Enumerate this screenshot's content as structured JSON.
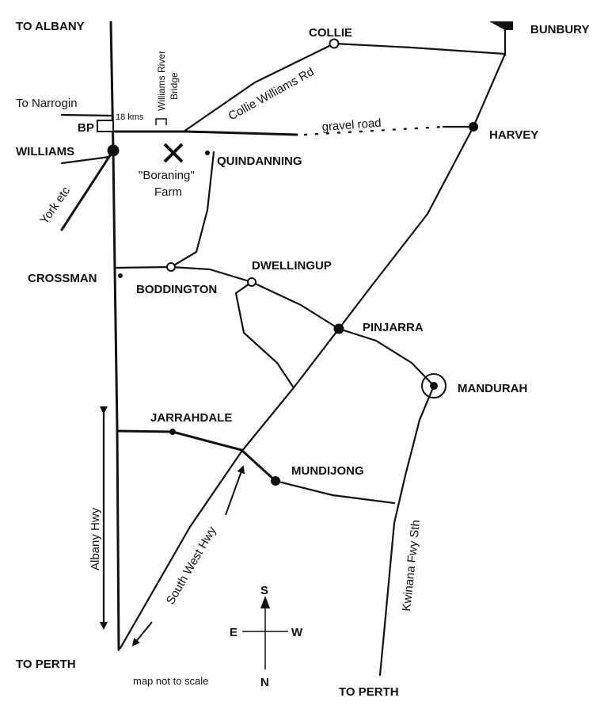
{
  "map": {
    "places": {
      "to_albany": "TO ALBANY",
      "bunbury": "BUNBURY",
      "collie": "COLLIE",
      "to_narrogin": "To Narrogin",
      "bp": "BP",
      "williams": "WILLIAMS",
      "harvey": "HARVEY",
      "quindanning": "QUINDANNING",
      "crossman": "CROSSMAN",
      "boddington": "BODDINGTON",
      "dwellingup": "DWELLINGUP",
      "pinjarra": "PINJARRA",
      "mandurah": "MANDURAH",
      "jarrahdale": "JARRAHDALE",
      "mundijong": "MUNDIJONG",
      "to_perth_left": "TO PERTH",
      "to_perth_bottom": "TO PERTH"
    },
    "farm": {
      "name": "\"Boraning\"",
      "type": "Farm",
      "marker": "x-mark-icon"
    },
    "roads": {
      "collie_williams_rd": "Collie Williams Rd",
      "gravel_road": "gravel road",
      "williams_river_bridge_1": "Williams River",
      "williams_river_bridge_2": "Bridge",
      "distance": "18 kms",
      "york": "York etc",
      "albany_hwy": "Albany Hwy",
      "south_west_hwy": "South West Hwy",
      "kwinana_fwy": "Kwinana Fwy Sth"
    },
    "compass": {
      "north": "N",
      "south": "S",
      "east": "E",
      "west": "W"
    },
    "note": "map not to scale",
    "ink_color": "#111111"
  }
}
